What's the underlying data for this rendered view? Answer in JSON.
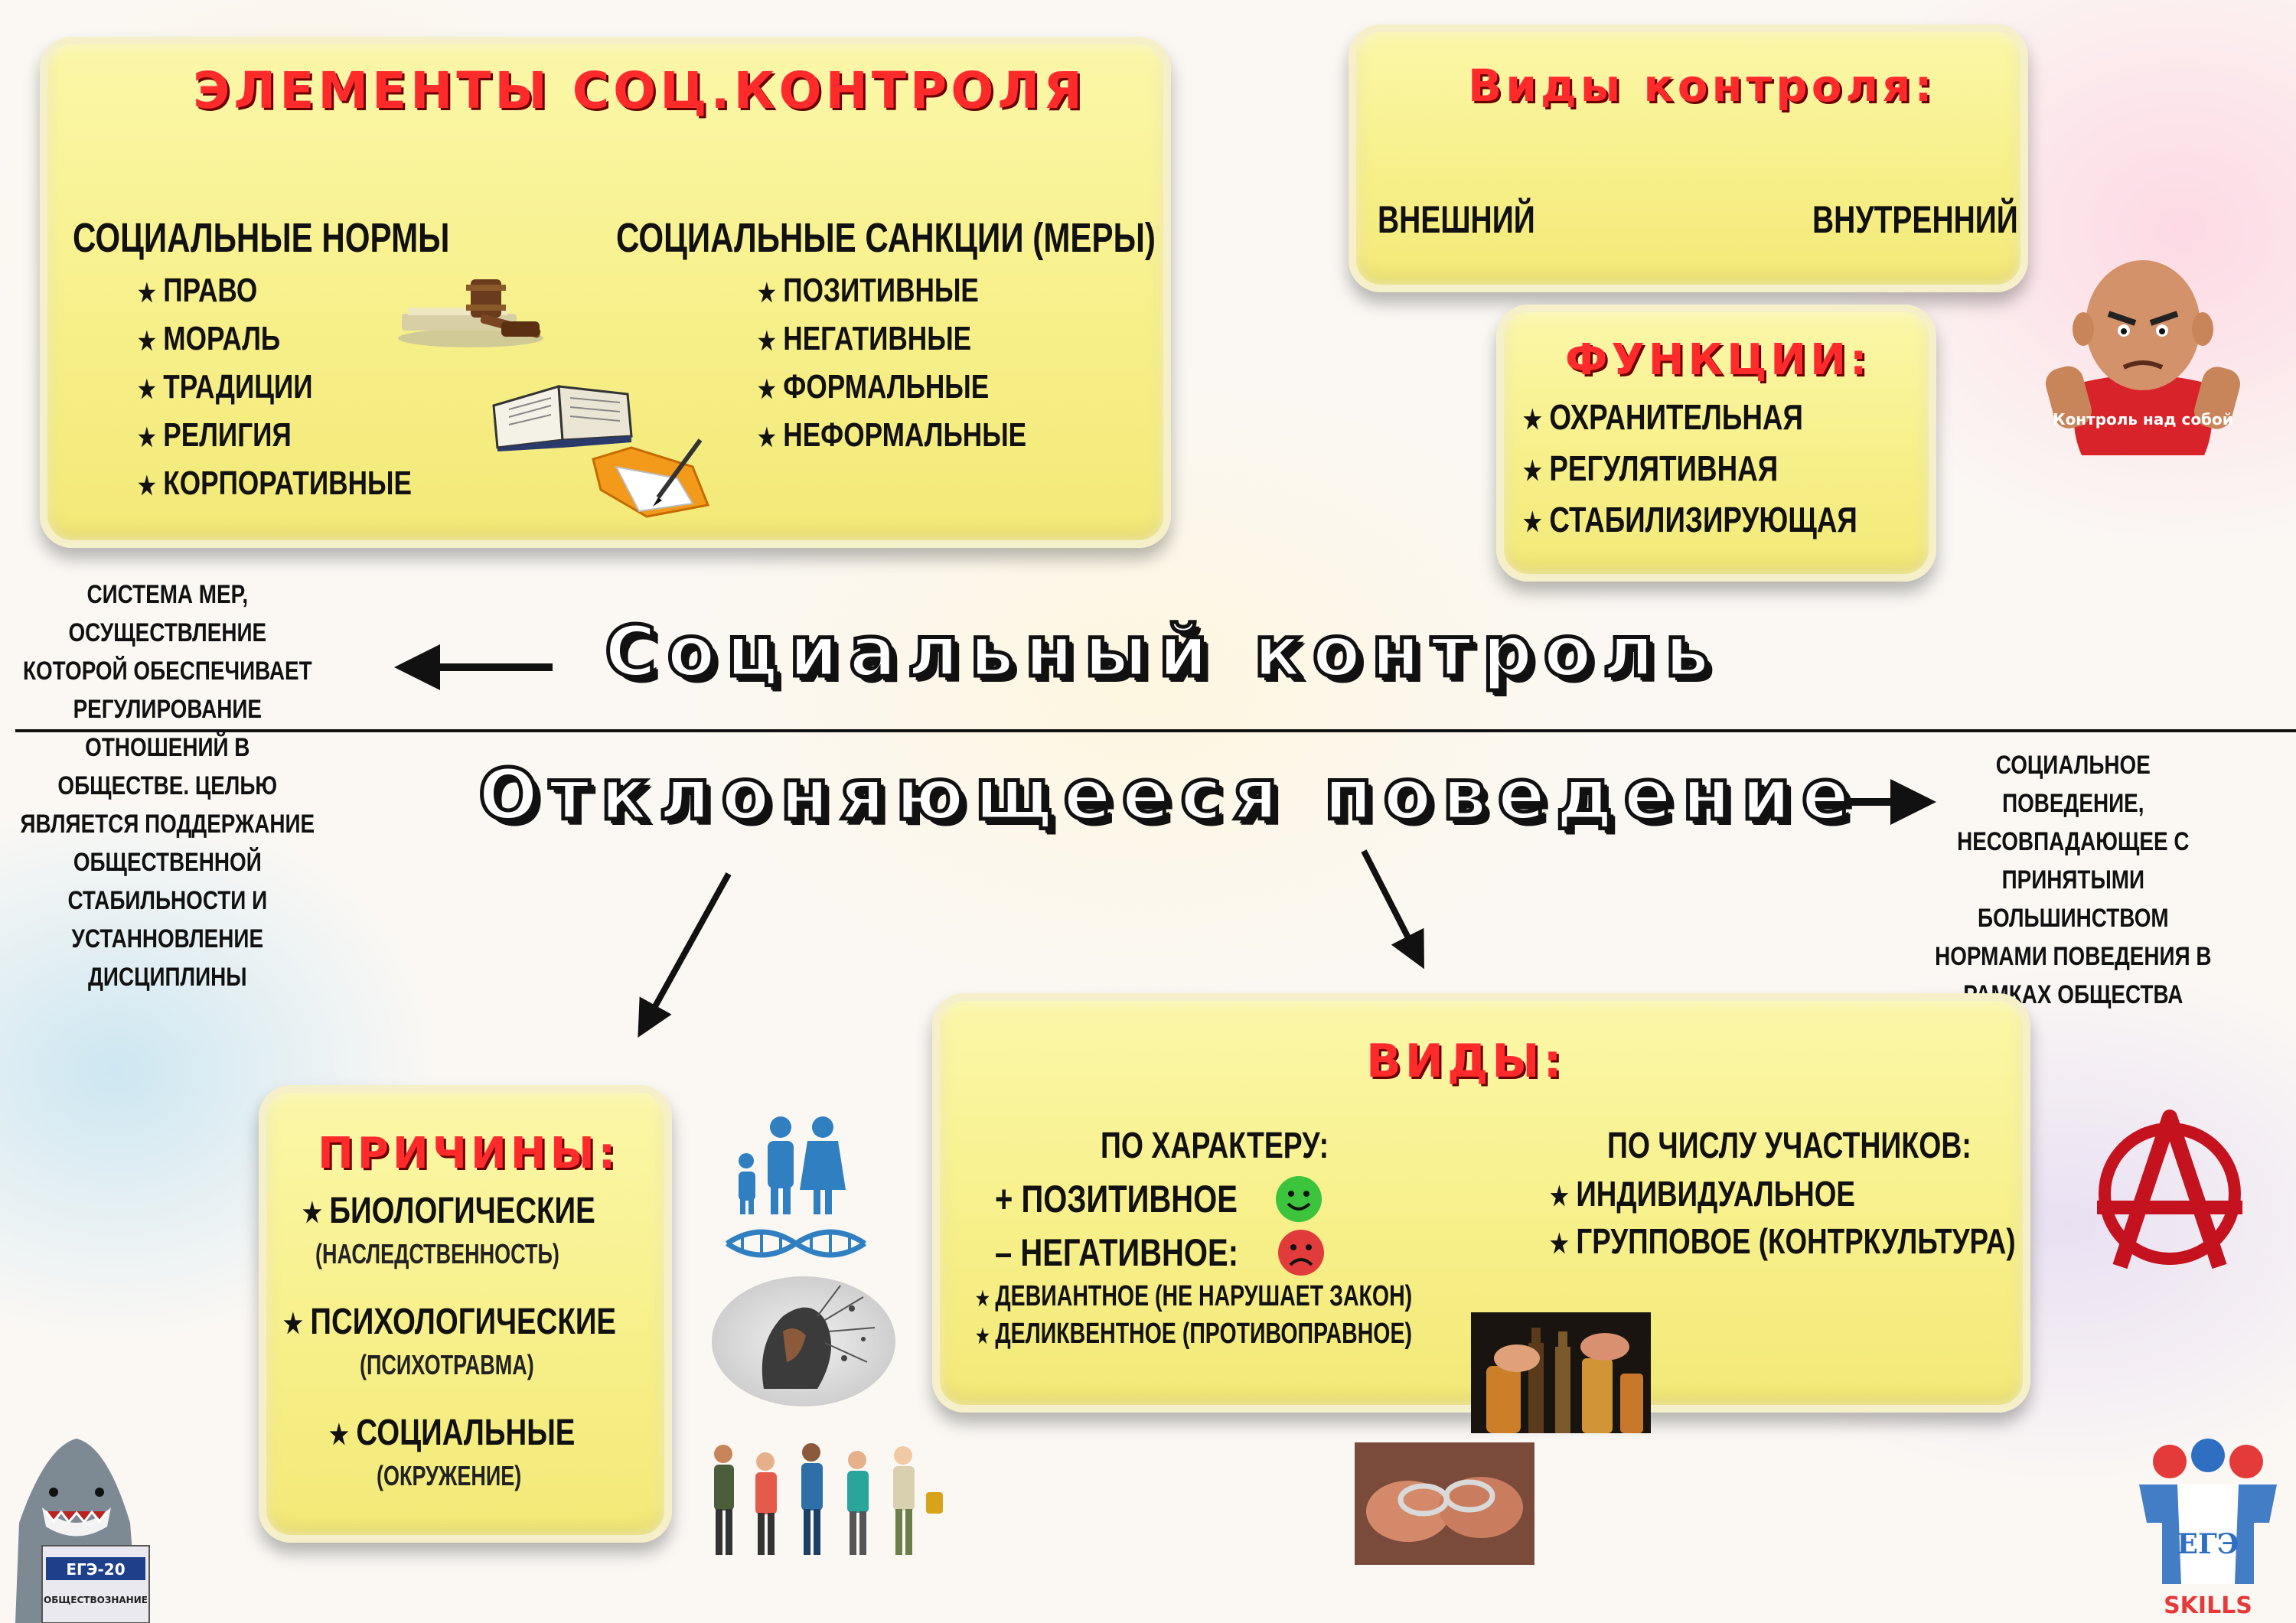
{
  "elements": {
    "title": "Элементы соц.контроля",
    "norms": {
      "heading": "Социальные нормы",
      "items": [
        "право",
        "мораль",
        "традиции",
        "религия",
        "корпоративные"
      ]
    },
    "sanctions": {
      "heading": "Социальные санкции (меры)",
      "items": [
        "позитивные",
        "негативные",
        "формальные",
        "неформальные"
      ]
    }
  },
  "control_types": {
    "title": "Виды контроля:",
    "external": "внешний",
    "internal": "внутренний"
  },
  "functions": {
    "title": "Функции:",
    "items": [
      "охранительная",
      "регулятивная",
      "стабилизирующая"
    ]
  },
  "tshirt_text": "Контроль над собой",
  "social_control": {
    "title": "Социальный контроль",
    "definition": "система мер, осуществление которой обеспечивает регулирование отношений в обществе. Целью является поддержание общественной стабильности и устанновление дисциплины"
  },
  "deviant": {
    "title": "Отклоняющееся поведение",
    "definition": "социальное поведение, несовпадающее с принятыми большинством нормами поведения в рамках общества"
  },
  "causes": {
    "title": "Причины:",
    "items": [
      {
        "label": "биологические",
        "note": "(наследственность)"
      },
      {
        "label": "психологические",
        "note": "(психотравма)"
      },
      {
        "label": "социальные",
        "note": "(окружение)"
      }
    ]
  },
  "kinds": {
    "title": "Виды:",
    "by_character": {
      "heading": "по характеру:",
      "positive": "+ позитивное",
      "negative": "– негативное:",
      "sub": [
        "девиантное (не нарушает закон)",
        "деликвентное (противоправное)"
      ]
    },
    "by_participants": {
      "heading": "по числу участников:",
      "items": [
        "индивидуальное",
        "групповое (контркультура)"
      ]
    }
  },
  "brand": {
    "logo_text": "ЕГЭ",
    "skills": "SKILLS",
    "poster_text": "ЕГЭ-20",
    "poster_sub": "ОБЩЕСТВОЗНАНИЕ"
  },
  "colors": {
    "panel": "#f7f08a",
    "title_red": "#ff2a2a",
    "smile_green": "#3cc43c",
    "frown_red": "#e23b3b",
    "anarchy_red": "#c4121e"
  }
}
